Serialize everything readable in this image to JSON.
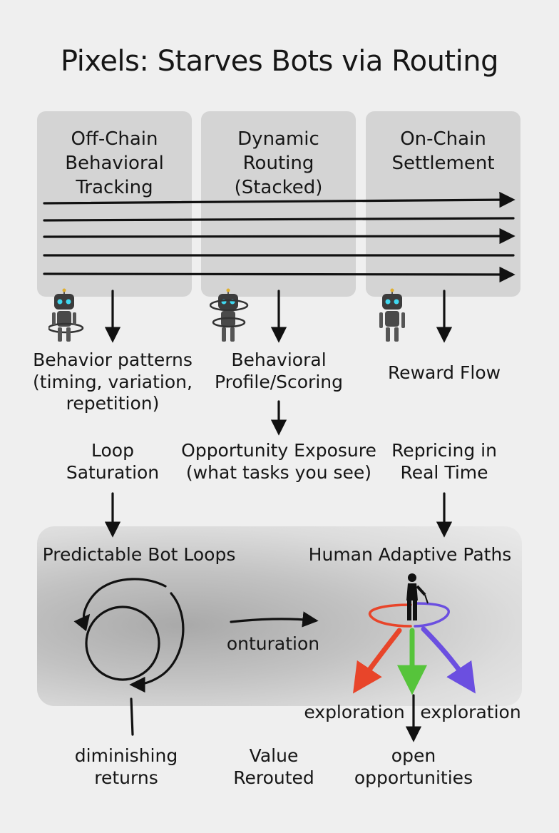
{
  "title": "Pixels: Starves Bots via Routing",
  "columns": [
    {
      "label": "Off-Chain\nBehavioral\nTracking"
    },
    {
      "label": "Dynamic\nRouting\n(Stacked)"
    },
    {
      "label": "On-Chain\nSettlement"
    }
  ],
  "nodes": {
    "behavior_patterns": "Behavior patterns\n(timing, variation,\nrepetition)",
    "behavioral_profile": "Behavioral\nProfile/Scoring",
    "reward_flow": "Reward Flow",
    "loop_saturation": "Loop\nSaturation",
    "opportunity_exposure": "Opportunity Exposure\n(what tasks you see)",
    "repricing": "Repricing in\nReal Time",
    "predictable_bot_loops": "Predictable Bot Loops",
    "human_adaptive_paths": "Human Adaptive Paths",
    "onturation": "onturation",
    "exploration_left": "exploration",
    "exploration_right": "exploration",
    "diminishing_returns": "diminishing\nreturns",
    "value_rerouted": "Value\nRerouted",
    "open_opportunities": "open\nopportunities"
  },
  "icons": [
    "robot-icon",
    "robot-with-ring-icon",
    "human-figure-icon"
  ],
  "colors": {
    "background": "#efefef",
    "panel": "#d4d4d4",
    "robot_eyes": "#3fd8f0",
    "path_red": "#e8452a",
    "path_green": "#56c43b",
    "path_purple": "#6b4fe0"
  }
}
